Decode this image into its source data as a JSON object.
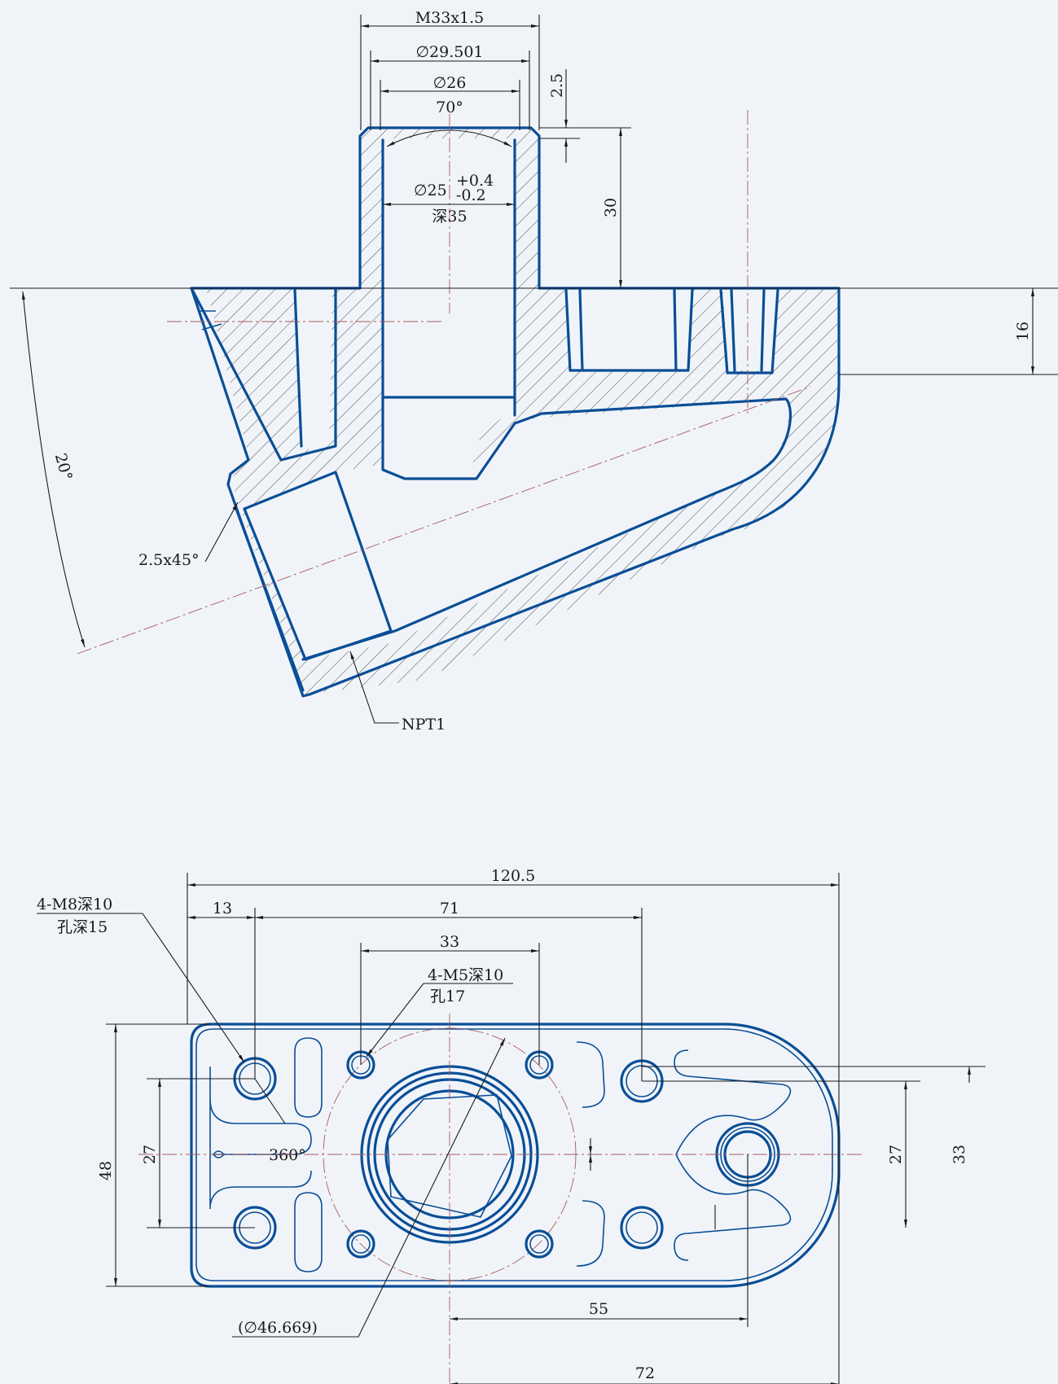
{
  "section_view": {
    "thread_size": "M33x1.5",
    "pitch_diameter": "∅29.501",
    "minor_diameter": "∅26",
    "cone_angle": "70°",
    "bore": {
      "prefix": "∅25",
      "tol_upper": "+0.4",
      "tol_lower": "-0.2",
      "depth": "深35"
    },
    "chamfer_height": "2.5",
    "boss_height": "30",
    "flange_depth": "16",
    "outlet_angle": "20°",
    "outlet_chamfer": "2.5x45°",
    "outlet_thread": "NPT1"
  },
  "plan_view": {
    "overall_length": "120.5",
    "edge_to_hole": "13",
    "large_hole_pitch": "71",
    "small_hole_pitch": "33",
    "large_hole_callout": [
      "4-M8深10",
      "孔深15"
    ],
    "small_hole_callout": [
      "4-M5深10",
      "孔17"
    ],
    "overall_width": "48",
    "left_hole_spacing": "27",
    "right_hole_spacing": "27",
    "right_width": "33",
    "slot_angle": "360°",
    "center_to_boss": "55",
    "center_to_end": "72",
    "bolt_circle": "(∅46.669)"
  },
  "colors": {
    "part_outline": "#0a4e96",
    "dimension": "#1a1a1a",
    "centerline": "#a85a5a",
    "background": "#f0f4f9"
  }
}
